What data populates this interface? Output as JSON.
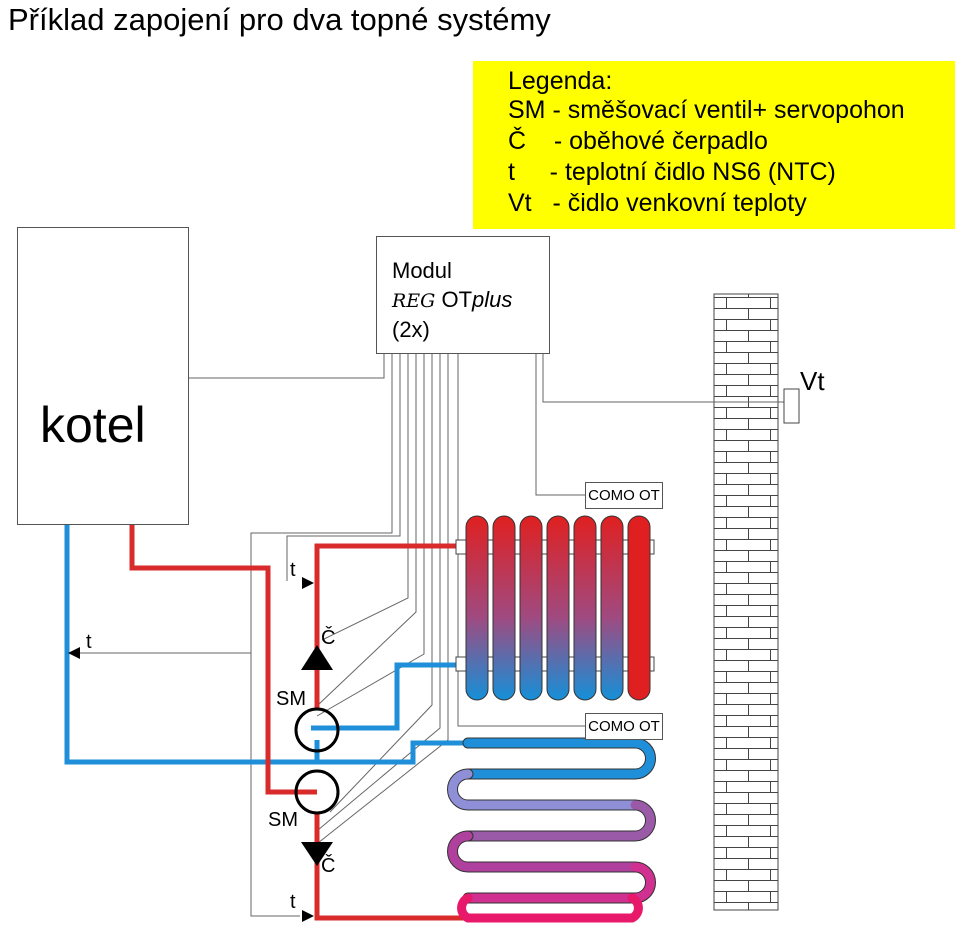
{
  "title": "Příklad zapojení pro dva topné systémy",
  "legend": {
    "heading": "Legenda:",
    "sm": "SM - směšovací ventil+ servopohon",
    "c": "Č    - oběhové čerpadlo",
    "t": "t     - teplotní čidlo NS6 (NTC)",
    "vt": "Vt   - čidlo venkovní teploty"
  },
  "boiler": {
    "label": "kotel"
  },
  "module": {
    "line1": "Modul",
    "reg": "REG",
    "ot": " OT",
    "plus": "plus",
    "line3": "(2x)"
  },
  "como_top": "COMO OT",
  "como_bottom": "COMO OT",
  "labels": {
    "t_upper": "t",
    "t_left": "t",
    "t_bottom": "t",
    "c_upper": "Č",
    "c_lower": "Č",
    "sm_upper": "SM",
    "sm_lower": "SM",
    "vt": "Vt"
  },
  "colors": {
    "supply": "#d92b2b",
    "return": "#1e8fd8",
    "legend_bg": "#ffff00",
    "wire": "#666666",
    "floor_loop_colors": [
      "#8f8fd8",
      "#9a5aa8",
      "#d0308f",
      "#e8186a"
    ]
  }
}
